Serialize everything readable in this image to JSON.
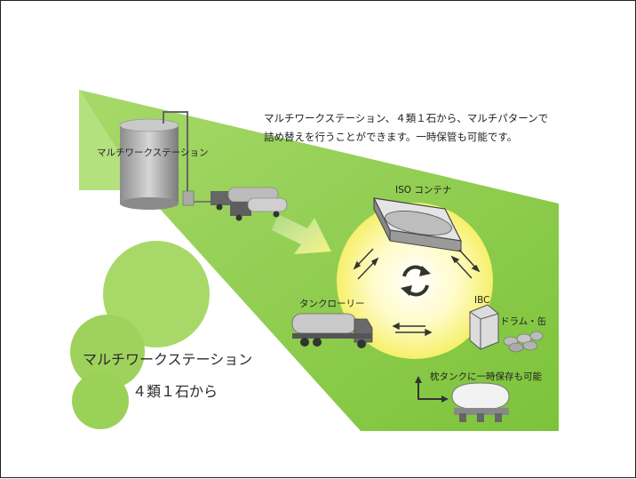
{
  "description": {
    "line1": "マルチワークステーション、４類１石から、マルチパターンで",
    "line2": "詰め替えを行うことができます。一時保管も可能です。"
  },
  "labels": {
    "station": "マルチワークステーション",
    "iso": "ISO コンテナ",
    "ibc": "IBC",
    "drum": "ドラム・缶",
    "tank_lorry": "タンクローリー",
    "temp_storage": "枕タンクに一時保存も可能"
  },
  "headline": {
    "line1": "マルチワークステーション",
    "line2": "４類１石から"
  },
  "icons": {
    "cycle": "cycle-arrows-icon",
    "arrow": "large-arrow-icon"
  },
  "colors": {
    "band": "#8fce4c",
    "band_light": "#b3e07a",
    "glow": "#ffffa0",
    "dark": "#333333"
  }
}
